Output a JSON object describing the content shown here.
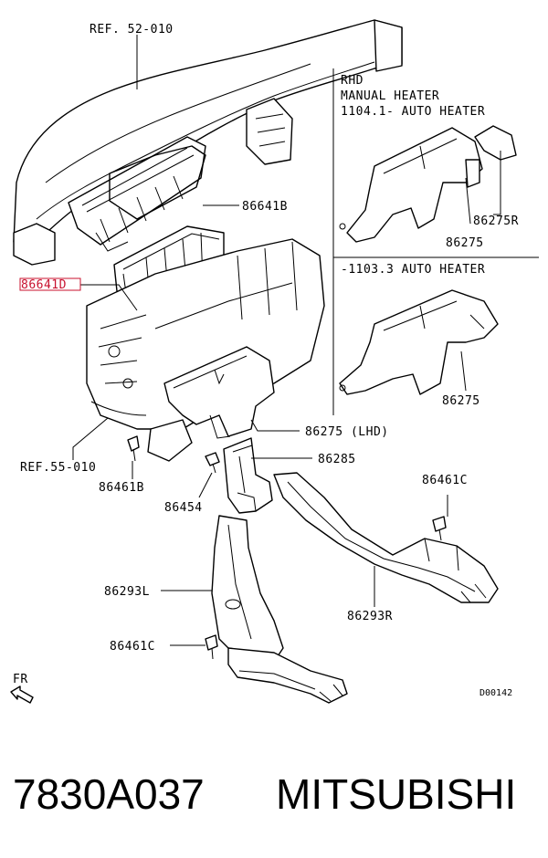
{
  "labels": {
    "ref_52_010": "REF. 52-010",
    "ref_55_010": "REF.55-010",
    "p86641B": "86641B",
    "p86641D": "86641D",
    "p86275_lhd": "86275 (LHD)",
    "p86285": "86285",
    "p86461B": "86461B",
    "p86454": "86454",
    "p86461C_right": "86461C",
    "p86293L": "86293L",
    "p86293R": "86293R",
    "p86461C_bottom": "86461C",
    "fr": "FR",
    "diagram_code": "D00142"
  },
  "inset_top": {
    "line1": "RHD",
    "line2": "MANUAL HEATER",
    "line3": "1104.1- AUTO HEATER",
    "part_a": "86275R",
    "part_b": "86275"
  },
  "inset_bottom": {
    "line1": "-1103.3 AUTO HEATER",
    "part": "86275"
  },
  "footer": {
    "part_number": "7830A037",
    "brand": "MITSUBISHI"
  },
  "highlight_color": "#c8102e"
}
